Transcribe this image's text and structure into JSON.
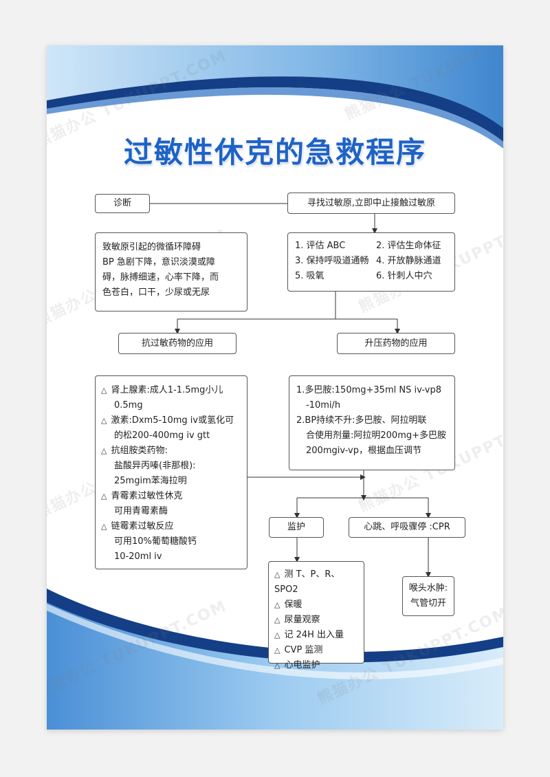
{
  "title": "过敏性休克的急救程序",
  "diagnosis_label": "诊断",
  "first_step": "寻找过敏原,立即中止接触过敏原",
  "diagnosis_detail": [
    "致敏原引起的微循环障碍",
    "BP 急剧下降，意识淡漠或障",
    "碍，脉搏细速，心率下降，而",
    "色苍白，口干，少尿或无尿"
  ],
  "assess_items": [
    "1. 评估 ABC",
    "2. 评估生命体征",
    "3. 保持呼吸道通畅",
    "4. 开放静脉通道",
    "5. 吸氧",
    "6. 针刺人中穴"
  ],
  "anti_allergy_label": "抗过敏药物的应用",
  "vasopressor_label": "升压药物的应用",
  "anti_allergy_items": [
    {
      "lines": [
        "肾上腺素:成人1-1.5mg小儿",
        "0.5mg"
      ]
    },
    {
      "lines": [
        "激素:Dxm5-10mg iv或氢化可",
        "的松200-400mg iv gtt"
      ]
    },
    {
      "lines": [
        "抗组胺类药物:",
        "盐酸异丙嗪(非那根):",
        "25mgim苯海拉明"
      ]
    },
    {
      "lines": [
        "青霉素过敏性休克",
        "可用青霉素酶"
      ]
    },
    {
      "lines": [
        "链霉素过敏反应",
        "可用10%葡萄糖酸钙",
        "10-20ml iv"
      ]
    }
  ],
  "vasopressor_items": [
    {
      "lines": [
        "1.多巴胺:150mg+35ml NS iv-vp8",
        "-10mi/h"
      ]
    },
    {
      "lines": [
        "2.BP持续不升:多巴胺、阿拉明联",
        "合使用剂量:阿拉明200mg+多巴胺",
        "200mgiv-vp，根据血压调节"
      ]
    }
  ],
  "monitor_label": "监护",
  "cpr_label": "心跳、呼吸骤停 :CPR",
  "monitor_items": [
    "测 T、P、R、SPO2",
    "保暖",
    "尿量观察",
    "记 24H 出入量",
    "CVP 监测",
    "心电监护"
  ],
  "laryngeal_edema": [
    "喉头水肿:",
    "气管切开"
  ],
  "watermark": "熊猫办公 TUKUPPT.COM",
  "colors": {
    "title_blue": "#1e63c6",
    "frame_blue": "#2a6fc4",
    "light_blue": "#8fc3ec",
    "dark_blue": "#143f86"
  }
}
